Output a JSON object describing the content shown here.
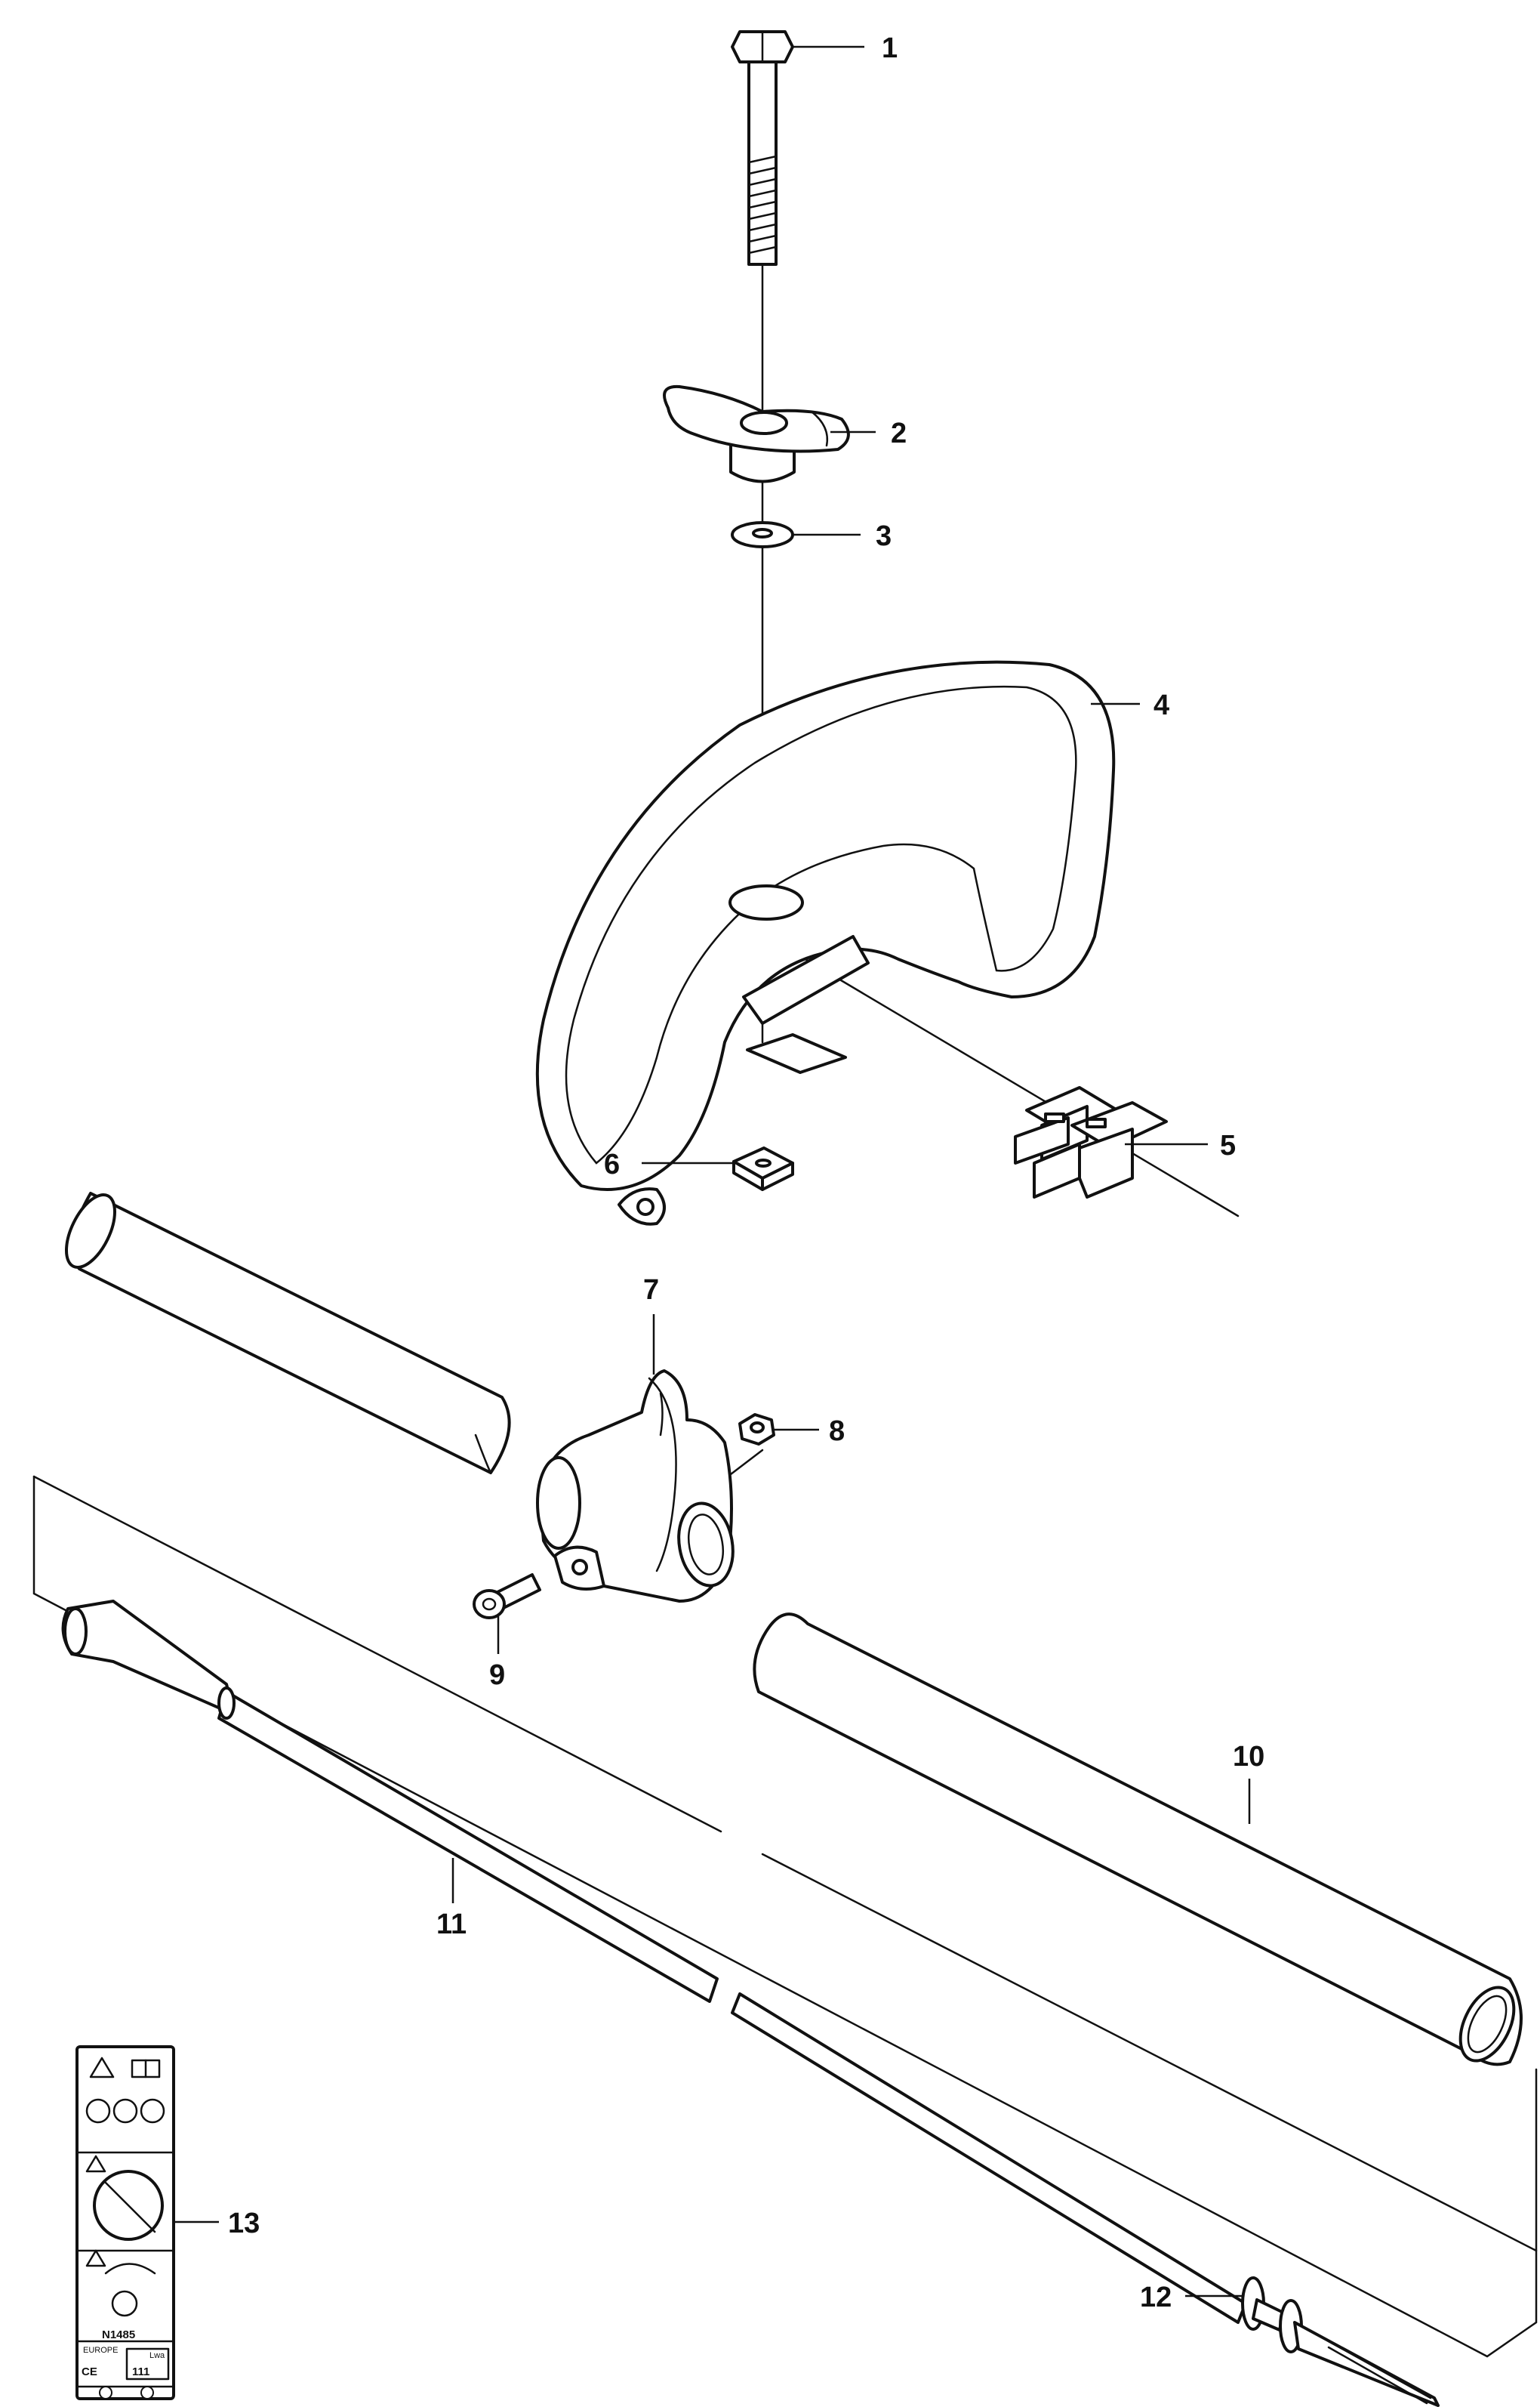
{
  "callouts": [
    "1",
    "2",
    "3",
    "4",
    "5",
    "6",
    "7",
    "8",
    "9",
    "10",
    "11",
    "12",
    "13"
  ],
  "decal": {
    "code": "N1485",
    "region": "EUROPE",
    "ce_mark": "CE",
    "sound_level": "111",
    "sound_unit": "Lwa"
  },
  "colors": {
    "ink": "#111111",
    "paper": "#ffffff"
  }
}
